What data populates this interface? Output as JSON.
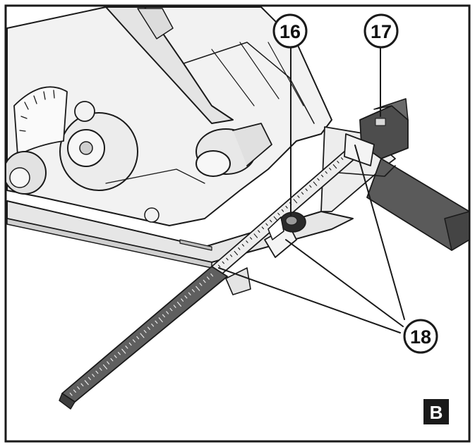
{
  "figure": {
    "letter": "B",
    "callouts": [
      {
        "id": "callout-16",
        "label": "16"
      },
      {
        "id": "callout-17",
        "label": "17"
      },
      {
        "id": "callout-18",
        "label": "18"
      }
    ]
  },
  "colors": {
    "line": "#1a1a1a",
    "tool_face": "#f2f2f2",
    "tool_shadow": "#d8d8d8",
    "dark_bar": "#4d4d4d",
    "scale_ruler": "#5a5a5a",
    "badge": "#1a1a1a"
  },
  "icons": {
    "saw": "circular-saw-drawing",
    "guide": "parallel-guide-drawing",
    "knob": "locking-knob-drawing"
  }
}
